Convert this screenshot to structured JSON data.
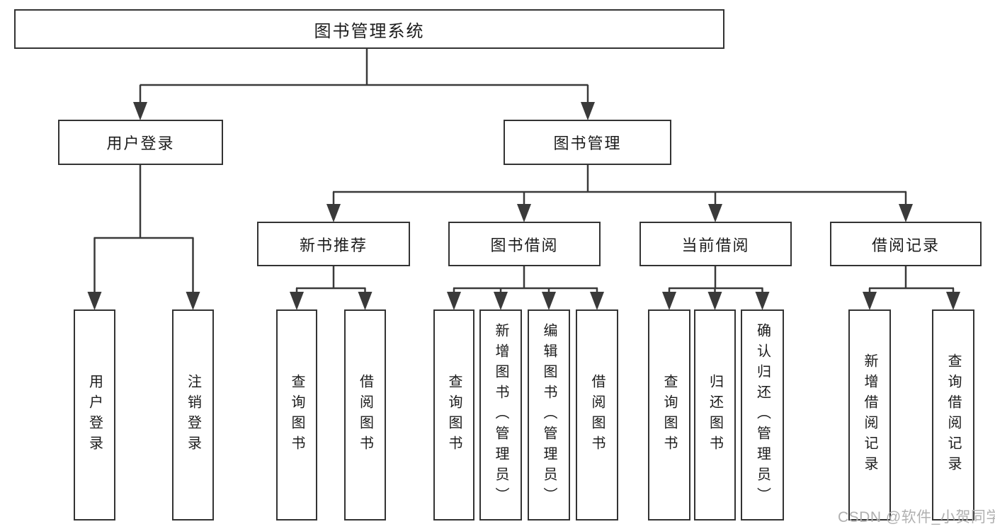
{
  "tree": {
    "root": {
      "label": "图书管理系统",
      "children": [
        {
          "label": "用户登录",
          "children": [
            {
              "label": "用户登录"
            },
            {
              "label": "注销登录"
            }
          ]
        },
        {
          "label": "图书管理",
          "children": [
            {
              "label": "新书推荐",
              "children": [
                {
                  "label": "查询图书"
                },
                {
                  "label": "借阅图书"
                }
              ]
            },
            {
              "label": "图书借阅",
              "children": [
                {
                  "label": "查询图书"
                },
                {
                  "label": "新增图书（管理员）"
                },
                {
                  "label": "编辑图书（管理员）"
                },
                {
                  "label": "借阅图书"
                }
              ]
            },
            {
              "label": "当前借阅",
              "children": [
                {
                  "label": "查询图书"
                },
                {
                  "label": "归还图书"
                },
                {
                  "label": "确认归还（管理员）"
                }
              ]
            },
            {
              "label": "借阅记录",
              "children": [
                {
                  "label": "新增借阅记录"
                },
                {
                  "label": "查询借阅记录"
                }
              ]
            }
          ]
        }
      ]
    }
  },
  "watermark": {
    "text": "CSDN @软件_小贺同学"
  },
  "colors": {
    "line": "#3a3a3a",
    "box_border": "#333333",
    "box_fill": "#ffffff",
    "text": "#1c1c1c",
    "watermark": "#b0b0b0",
    "background": "#ffffff"
  }
}
